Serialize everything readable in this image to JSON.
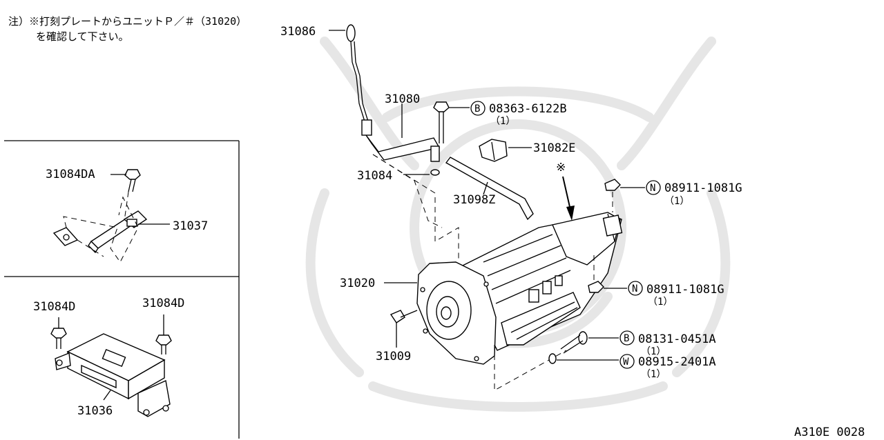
{
  "note": {
    "line1": "注）※打刻プレートからユニットＰ／＃（31020）",
    "line2": "を確認して下さい。"
  },
  "marker": "※",
  "parts": {
    "p31086": "31086",
    "p31080": "31080",
    "p31084": "31084",
    "p31098Z": "31098Z",
    "p31082E": "31082E",
    "p31020": "31020",
    "p31009": "31009",
    "p31084DA": "31084DA",
    "p31037": "31037",
    "p31084D_left": "31084D",
    "p31084D_right": "31084D",
    "p31036": "31036"
  },
  "callouts": {
    "bolt_top": {
      "prefix": "B",
      "number": "08363-6122B",
      "qty": "（1）"
    },
    "nut_top": {
      "prefix": "N",
      "number": "08911-1081G",
      "qty": "（1）"
    },
    "nut_mid": {
      "prefix": "N",
      "number": "08911-1081G",
      "qty": "（1）"
    },
    "bolt_bottom": {
      "prefix": "B",
      "number": "08131-0451A",
      "qty": "（1）"
    },
    "washer": {
      "prefix": "W",
      "number": "08915-2401A",
      "qty": "（1）"
    }
  },
  "diagram_code": "A310E 0028"
}
